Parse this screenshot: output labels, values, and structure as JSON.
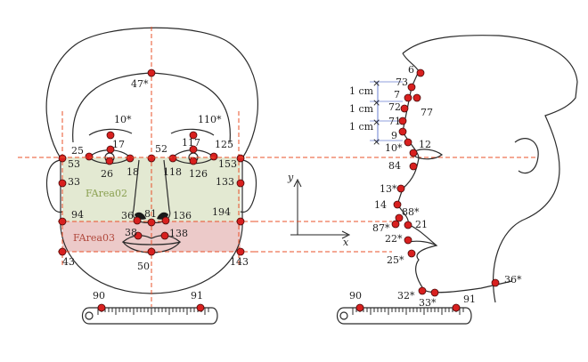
{
  "front_view": {
    "areas": [
      {
        "label": "FArea02",
        "color": "#b5c58a"
      },
      {
        "label": "FArea03",
        "color": "#c0504d"
      }
    ],
    "landmarks": [
      {
        "id": "47*"
      },
      {
        "id": "10*"
      },
      {
        "id": "110*"
      },
      {
        "id": "25"
      },
      {
        "id": "17"
      },
      {
        "id": "52"
      },
      {
        "id": "117"
      },
      {
        "id": "125"
      },
      {
        "id": "53"
      },
      {
        "id": "26"
      },
      {
        "id": "18"
      },
      {
        "id": "118"
      },
      {
        "id": "126"
      },
      {
        "id": "153"
      },
      {
        "id": "33"
      },
      {
        "id": "133"
      },
      {
        "id": "94"
      },
      {
        "id": "36"
      },
      {
        "id": "81"
      },
      {
        "id": "136"
      },
      {
        "id": "194"
      },
      {
        "id": "38"
      },
      {
        "id": "138"
      },
      {
        "id": "43"
      },
      {
        "id": "50"
      },
      {
        "id": "143"
      },
      {
        "id": "90"
      },
      {
        "id": "91"
      }
    ]
  },
  "profile_view": {
    "scale_labels": [
      "1 cm",
      "1 cm",
      "1 cm"
    ],
    "landmarks": [
      {
        "id": "6"
      },
      {
        "id": "73"
      },
      {
        "id": "7"
      },
      {
        "id": "72"
      },
      {
        "id": "77"
      },
      {
        "id": "71"
      },
      {
        "id": "9"
      },
      {
        "id": "12"
      },
      {
        "id": "10*"
      },
      {
        "id": "84"
      },
      {
        "id": "13*"
      },
      {
        "id": "14"
      },
      {
        "id": "88*"
      },
      {
        "id": "21"
      },
      {
        "id": "87*"
      },
      {
        "id": "22*"
      },
      {
        "id": "25*"
      },
      {
        "id": "36*"
      },
      {
        "id": "90"
      },
      {
        "id": "32*"
      },
      {
        "id": "33*"
      },
      {
        "id": "91"
      }
    ]
  },
  "axes": {
    "x_label": "x",
    "y_label": "y"
  },
  "colors": {
    "guide_line": "#e8502a",
    "landmark": "#d8201f",
    "scale_mark": "#6a7fd0"
  }
}
